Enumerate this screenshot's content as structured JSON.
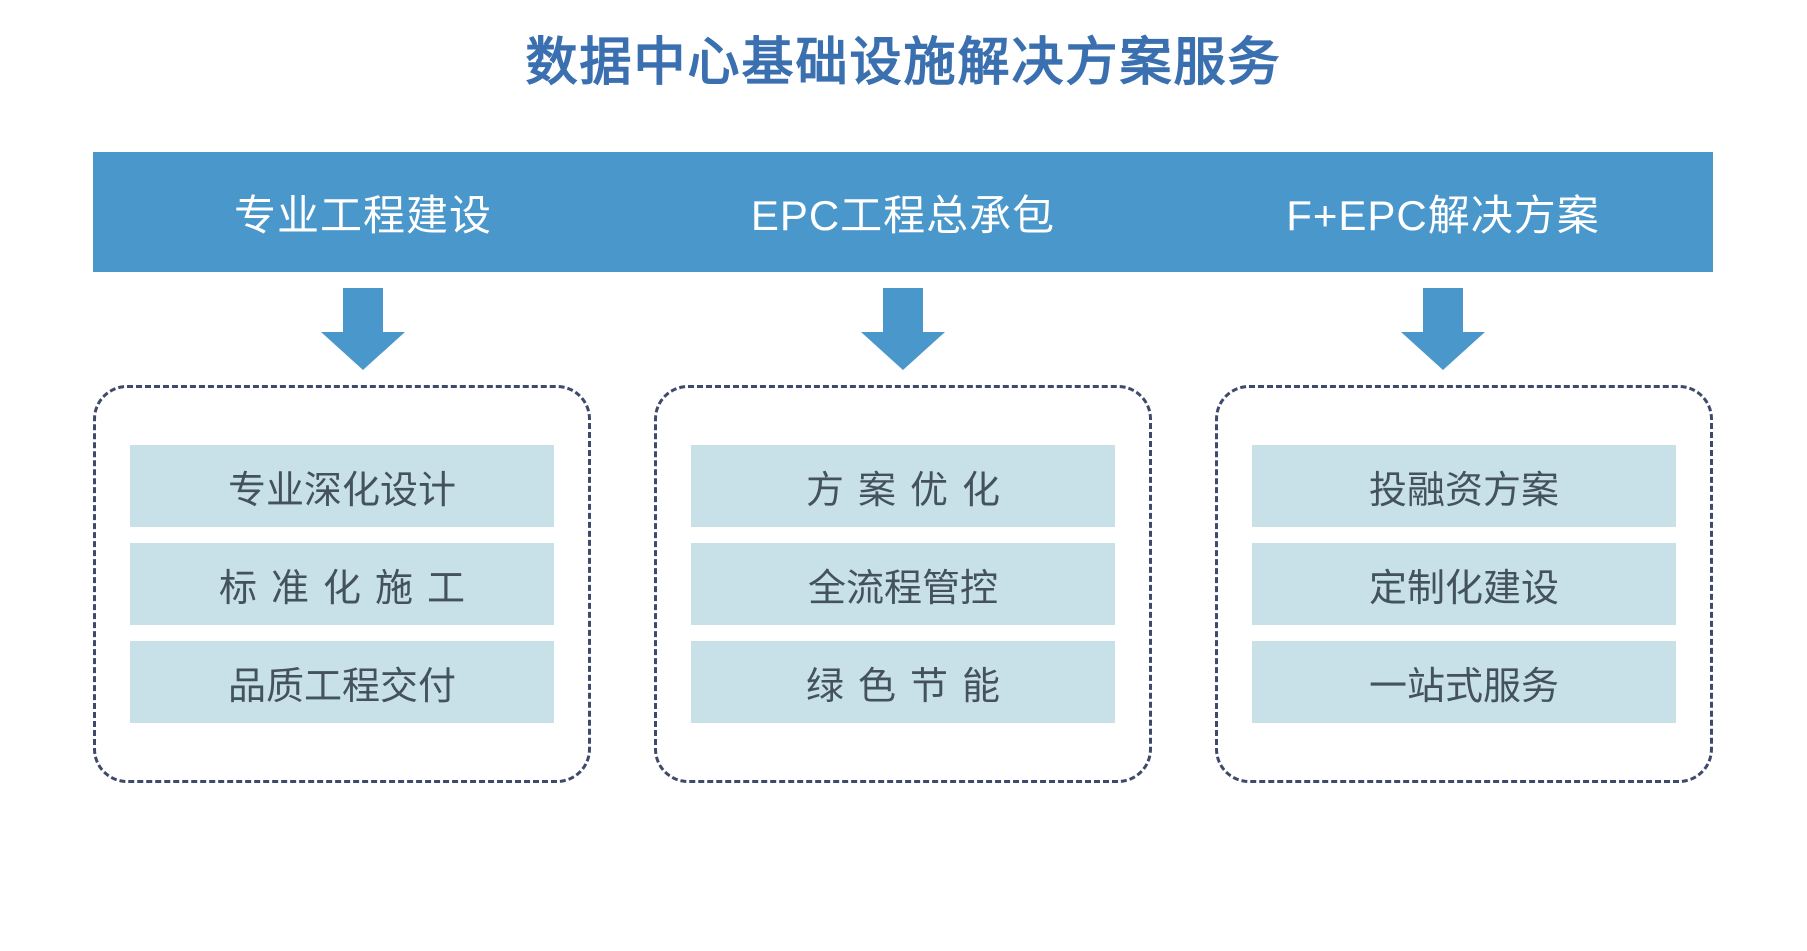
{
  "title": "数据中心基础设施解决方案服务",
  "colors": {
    "title": "#3a6fb0",
    "header_bar": "#4a97cc",
    "arrow": "#4a97cc",
    "dashed_border": "#3d4a6b",
    "item_bar": "#c8e0e8",
    "item_text": "#44525c",
    "background": "#ffffff"
  },
  "columns": [
    {
      "header": "专业工程建设",
      "items": [
        {
          "label": "专业深化设计",
          "spaced": false
        },
        {
          "label": "标准化施工",
          "spaced": true
        },
        {
          "label": "品质工程交付",
          "spaced": false
        }
      ]
    },
    {
      "header": "EPC工程总承包",
      "items": [
        {
          "label": "方案优化",
          "spaced": true
        },
        {
          "label": "全流程管控",
          "spaced": false
        },
        {
          "label": "绿色节能",
          "spaced": true
        }
      ]
    },
    {
      "header": "F+EPC解决方案",
      "items": [
        {
          "label": "投融资方案",
          "spaced": false
        },
        {
          "label": "定制化建设",
          "spaced": false
        },
        {
          "label": "一站式服务",
          "spaced": false
        }
      ]
    }
  ]
}
